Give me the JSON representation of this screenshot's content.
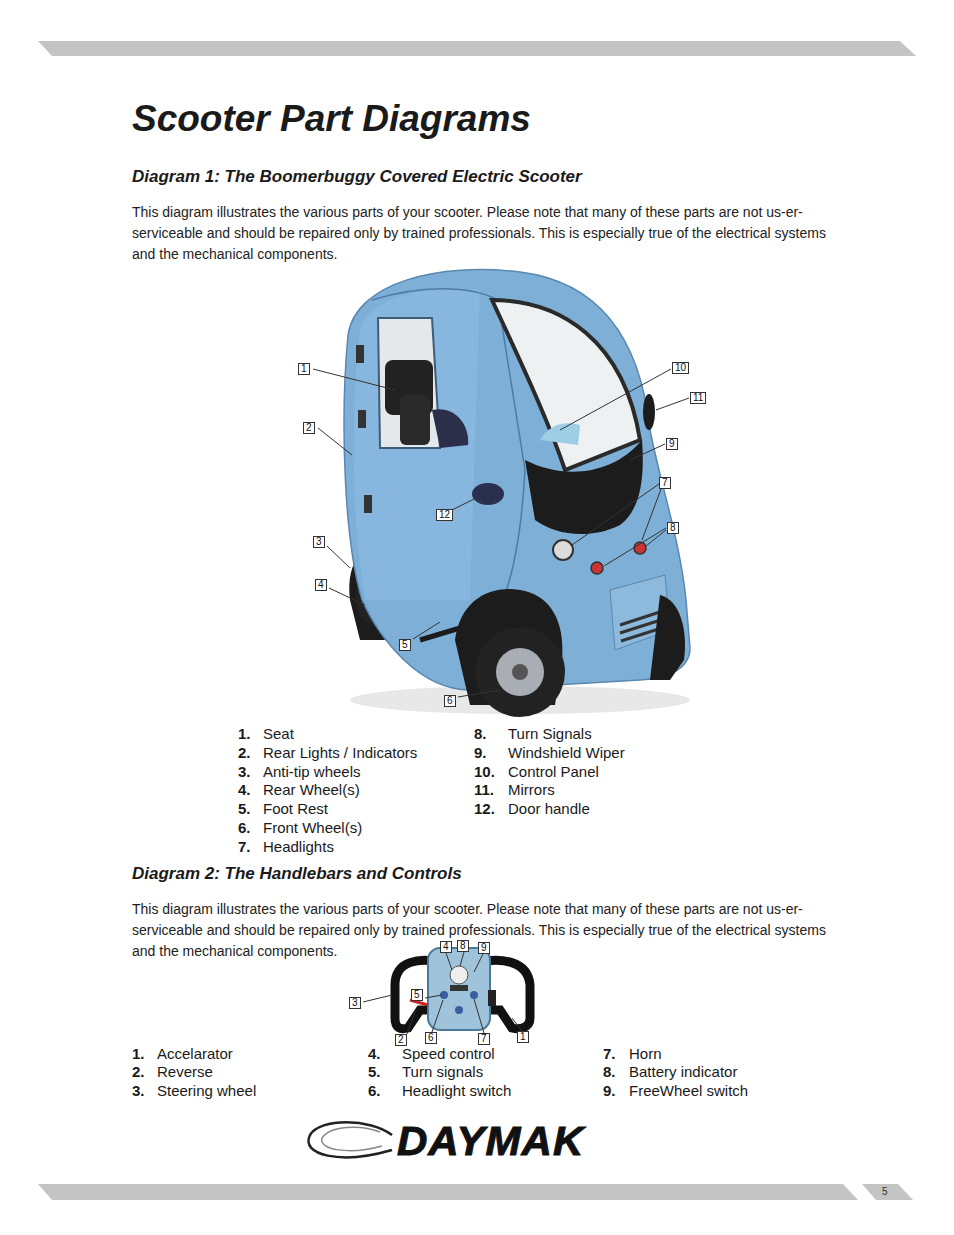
{
  "diagram": {
    "title": "Scooter Part Diagrams",
    "labels": [
      "Diagram 1: The Boomerbuggy Covered Electric Scooter",
      "This diagram illustrates the various parts of your scooter. Please note that many of these parts are not us-er-serviceable and should be repaired only by trained professionals. This is especially true of the electrical systems and the mechanical components.",
      "1",
      "2",
      "3",
      "4",
      "5",
      "6",
      "7",
      "8",
      "9",
      "10",
      "11",
      "12",
      "1.",
      "Seat",
      "2.",
      "Rear Lights / Indicators",
      "3.",
      "Anti-tip wheels",
      "4.",
      "Rear Wheel(s)",
      "5.",
      "Foot Rest",
      "6.",
      "Front Wheel(s)",
      "7.",
      "Headlights",
      "8.",
      "Turn Signals",
      "9.",
      "Windshield Wiper",
      "10.",
      "Control Panel",
      "11.",
      "Mirrors",
      "12.",
      "Door handle",
      "Diagram 2: The Handlebars and Controls",
      "This diagram illustrates the various parts of your scooter. Please note that many of these parts are not us-er-serviceable and should be repaired only by trained professionals. This is especially true of the electrical systems and the mechanical components.",
      "4",
      "8",
      "9",
      "3",
      "5",
      "2",
      "6",
      "7",
      "1",
      "1.",
      "Accelarator",
      "2.",
      "Reverse",
      "3.",
      "Steering wheel",
      "4.",
      "Speed control",
      "5.",
      "Turn signals",
      "6.",
      "Headlight switch",
      "7.",
      "Horn",
      "8.",
      "Battery indicator",
      "9.",
      "FreeWheel switch",
      "DAYMAK",
      "5"
    ]
  }
}
